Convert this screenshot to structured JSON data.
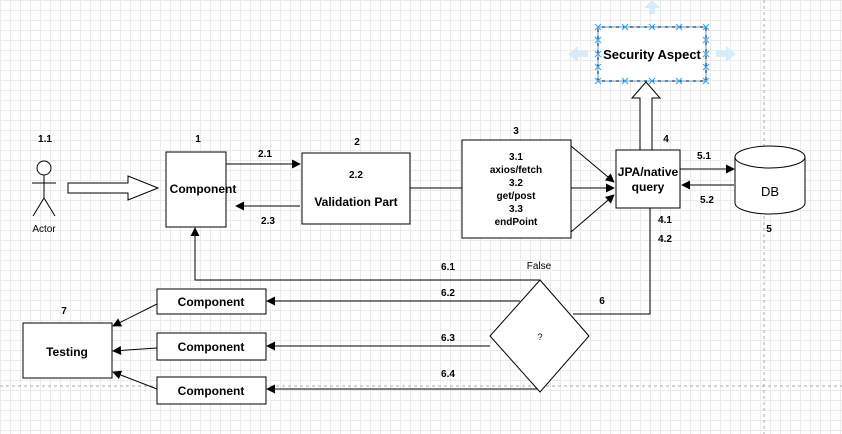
{
  "nodes": {
    "actor": "Actor",
    "component_main": "Component",
    "validation_number": "2.2",
    "validation": "Validation Part",
    "axios_lines": [
      "3.1",
      "axios/fetch",
      "3.2",
      "get/post",
      "3.3",
      "endPoint"
    ],
    "jpa_lines": [
      "JPA/native",
      "query"
    ],
    "db": "DB",
    "security": "Security Aspect",
    "decision": "?",
    "component_a": "Component",
    "component_b": "Component",
    "component_c": "Component",
    "testing": "Testing"
  },
  "labels": {
    "n1_1": "1.1",
    "n1": "1",
    "n2": "2",
    "n3": "3",
    "n4": "4",
    "n5": "5",
    "n6": "6",
    "n7": "7",
    "e2_1": "2.1",
    "e2_3": "2.3",
    "e5_1": "5.1",
    "e5_2": "5.2",
    "e4_1": "4.1",
    "e4_2": "4.2",
    "e6_1": "6.1",
    "e6_2": "6.2",
    "e6_3": "6.3",
    "e6_4": "6.4",
    "false": "False"
  },
  "colors": {
    "selection": "#3fa9f5",
    "selection_light": "#d6ecfb"
  }
}
